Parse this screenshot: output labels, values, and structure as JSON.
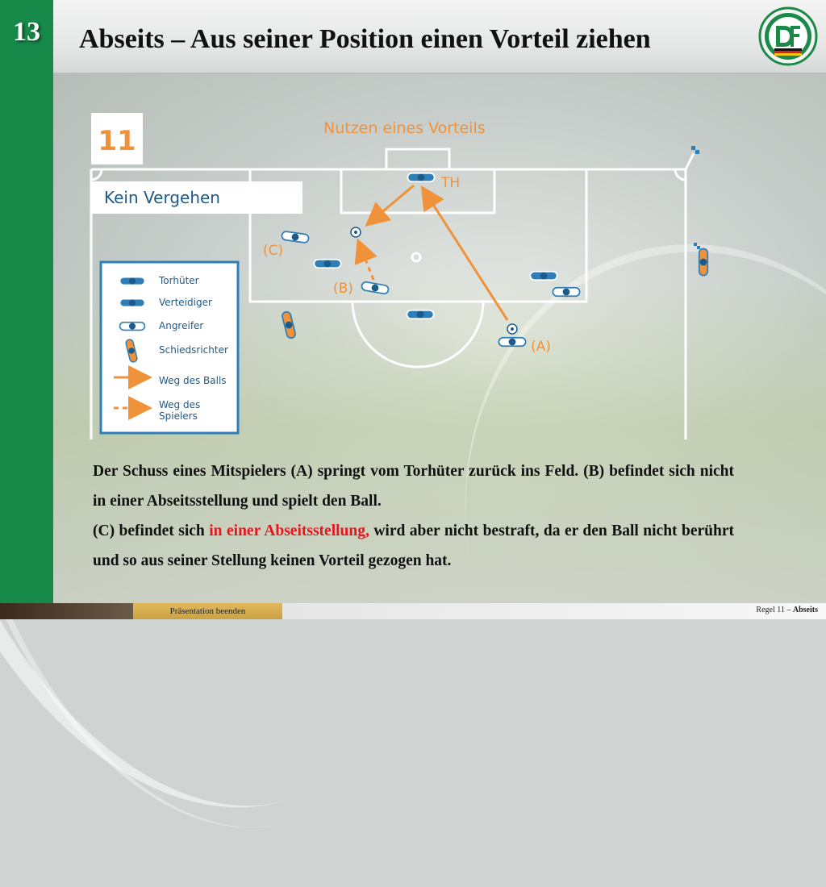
{
  "slide": {
    "number": "13",
    "title": "Abseits – Aus seiner Position einen Vorteil ziehen"
  },
  "diagram": {
    "number": "11",
    "heading": "Nutzen eines Vorteils",
    "verdict": "Kein Vergehen",
    "labels": {
      "goalkeeper": "TH",
      "player_a": "(A)",
      "player_b": "(B)",
      "player_c": "(C)"
    },
    "legend": [
      {
        "label": "Torhüter"
      },
      {
        "label": "Verteidiger"
      },
      {
        "label": "Angreifer"
      },
      {
        "label": "Schiedsrichter"
      },
      {
        "label": "Weg des Balls"
      },
      {
        "label_line1": "Weg des",
        "label_line2": "Spielers"
      }
    ],
    "colors": {
      "accent": "#f0923a",
      "defender": "#2e7fb8",
      "field_line": "#ffffff",
      "legend_border": "#2e7fb8"
    }
  },
  "caption": {
    "line1": "Der Schuss eines Mitspielers (A) springt vom Torhüter zurück ins Feld. (B) befindet sich nicht in einer Abseitsstellung und spielt den Ball.",
    "line2_start": "(C) befindet sich",
    "line2_highlight": "in einer Abseitsstellung,",
    "line2_end": "wird aber nicht bestraft, da er den Ball nicht berührt und so aus seiner Stellung keinen Vorteil gezogen hat."
  },
  "footer": {
    "button": "Präsentation beenden",
    "ref_prefix": "Regel 11 – ",
    "ref_bold": "Abseits"
  }
}
